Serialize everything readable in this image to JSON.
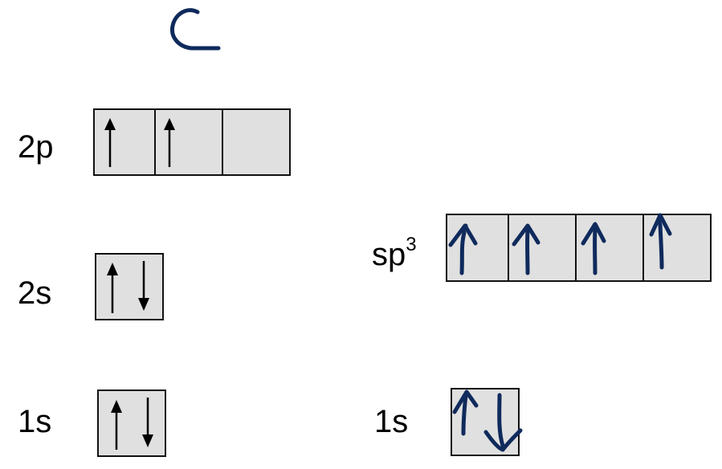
{
  "element_symbol": "C",
  "ground_state": {
    "orbitals": [
      {
        "label": "2p",
        "boxes": [
          [
            "up"
          ],
          [
            "up"
          ],
          []
        ]
      },
      {
        "label": "2s",
        "boxes": [
          [
            "up",
            "down"
          ]
        ]
      },
      {
        "label": "1s",
        "boxes": [
          [
            "up",
            "down"
          ]
        ]
      }
    ]
  },
  "hybridized": {
    "orbitals": [
      {
        "label": "sp",
        "superscript": "3",
        "boxes": [
          [
            "up"
          ],
          [
            "up"
          ],
          [
            "up"
          ],
          [
            "up"
          ]
        ]
      },
      {
        "label": "1s",
        "boxes": [
          [
            "up",
            "down"
          ]
        ]
      }
    ]
  },
  "colors": {
    "box_fill": "#e0e0e0",
    "box_border": "#111111",
    "printed_arrow": "#000000",
    "handwritten_ink": "#0f2a5c"
  }
}
